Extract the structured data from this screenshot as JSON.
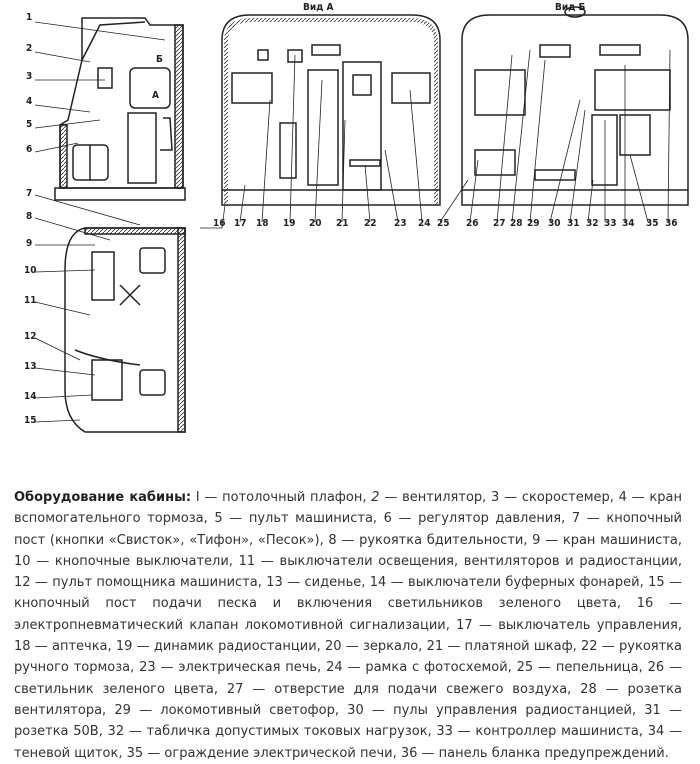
{
  "figure": {
    "view_a_label": "Вид А",
    "view_b_label": "Вид Б",
    "side_arrow_a": "А",
    "side_arrow_b": "Б",
    "callouts": [
      "1",
      "2",
      "3",
      "4",
      "5",
      "6",
      "7",
      "8",
      "9",
      "10",
      "11",
      "12",
      "13",
      "14",
      "15",
      "16",
      "17",
      "18",
      "19",
      "20",
      "21",
      "22",
      "23",
      "24",
      "25",
      "26",
      "27",
      "28",
      "29",
      "30",
      "31",
      "32",
      "33",
      "34",
      "35",
      "36"
    ]
  },
  "caption": {
    "title": "Оборудование кабины:",
    "item1": " I — потолочный плафон, ",
    "item2_num": "2",
    "rest": " — вентилятор, 3 — скоростемер, 4 — кран вспомогательного тормоза, 5 — пульт машиниста, 6 — регулятор давления, 7 — кнопочный пост (кнопки «Свисток», «Тифон», «Песок»), 8 — рукоятка бдительности, 9 — кран машиниста, 10 — кнопочные выключатели, 11 — выключатели освещения, вентиляторов и радиостанции, 12 — пульт помощника машиниста, 13 — сиденье, 14 — выключатели буферных фонарей, 15 — кнопочный пост подачи песка и включения светильников зеленого цвета, 16 — электропневматический клапан локомотивной сигнализации, 17 — выключатель управления, 18 — аптечка, 19 — динамик радиостанции, 20 — зеркало, 21 — платяной шкаф, 22 — рукоятка ручного тормоза, 23 — электрическая печь, 24 — рамка с фотосхемой, 25 — пепельница, 26 — светильник зеленого цвета, 27 — отверстие для подачи свежего воздуха, 28 — розетка вентилятора, 29 — локомотивный светофор, 30 — пулы управления радиостанцией, 31 — розетка 50В, 32 — табличка допустимых токовых нагрузок, 33 — контроллер машиниста, 34 — теневой щиток, 35 — ограждение электрической печи, 36 — панель бланка предупреждений."
  }
}
